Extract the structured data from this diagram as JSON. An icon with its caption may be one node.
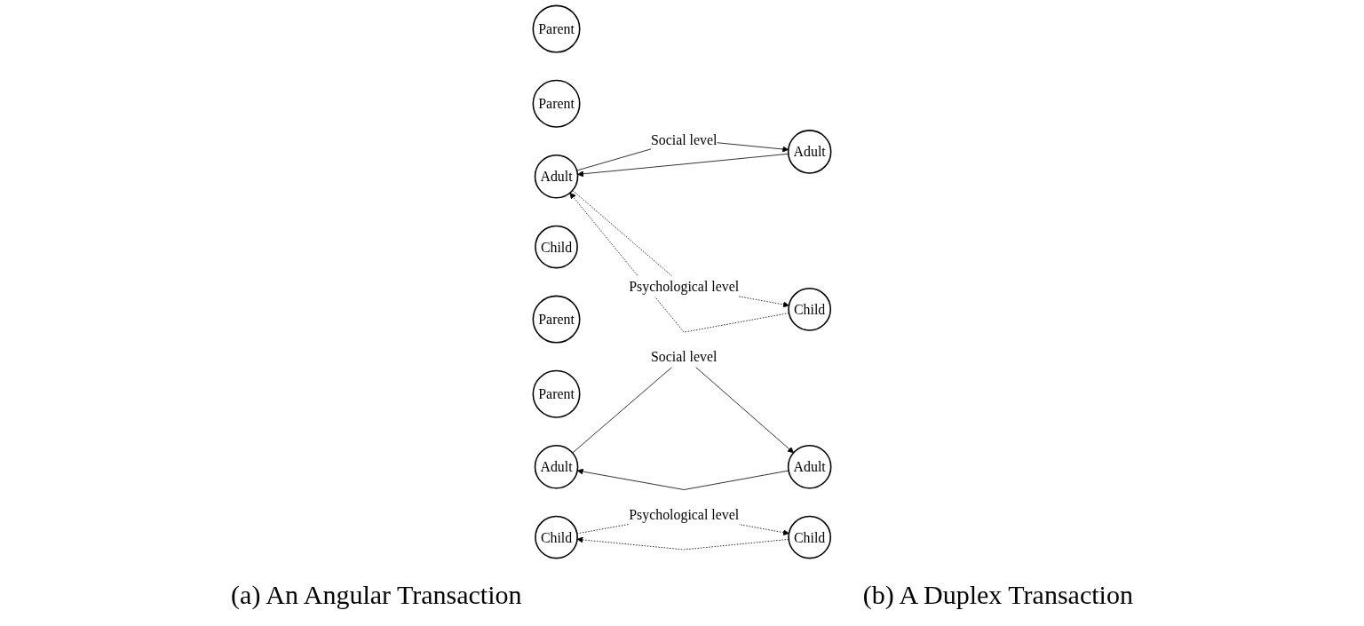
{
  "diagram": {
    "nodes": [
      {
        "text": [
          "Parent"
        ]
      },
      {
        "text": [
          "Parent"
        ]
      },
      {
        "text": [
          "Adult"
        ]
      },
      {
        "text": [
          "Adult"
        ]
      },
      {
        "text": [
          "Child"
        ]
      },
      {
        "text": [
          "Child"
        ]
      },
      {
        "text": [
          "Parent"
        ]
      },
      {
        "text": [
          "Parent"
        ]
      },
      {
        "text": [
          "Adult"
        ]
      },
      {
        "text": [
          "Adult"
        ]
      },
      {
        "text": [
          "Child"
        ]
      },
      {
        "text": [
          "Child"
        ]
      }
    ],
    "edges": [
      {
        "from": 2,
        "to": 3,
        "arrow": "to",
        "label": "Social level"
      },
      {
        "from": 3,
        "to": 2,
        "arrow": "to"
      },
      {
        "from": 2,
        "to": 5,
        "arrow": "to",
        "style": "dashed",
        "label": "Psychological level"
      },
      {
        "from": 5,
        "to": 2,
        "arrow": "to",
        "style": "dashed"
      },
      {
        "from": 8,
        "to": 9,
        "arrow": "to",
        "label": "Social level"
      },
      {
        "from": 9,
        "to": 8,
        "arrow": "to"
      },
      {
        "from": 10,
        "to": 11,
        "arrow": "to",
        "style": "dashed",
        "label": "Psychological level"
      },
      {
        "from": 11,
        "to": 10,
        "arrow": "to",
        "style": "dashed"
      }
    ],
    "labels": [
      "(a) An Angular Transaction",
      "(b) A Duplex Transaction"
    ]
  }
}
